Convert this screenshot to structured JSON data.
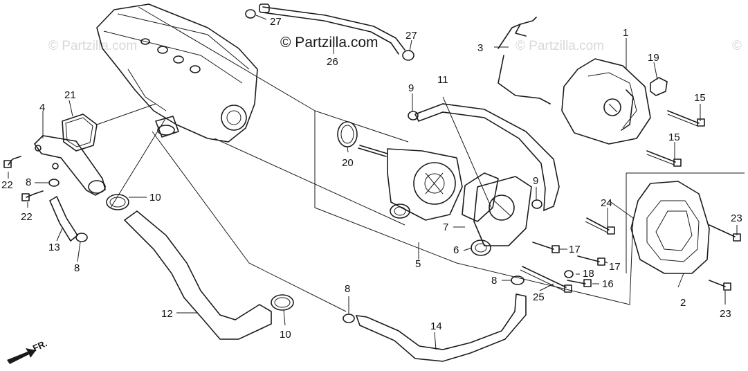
{
  "watermarks": [
    "© Partzilla.com",
    "© Partzilla.com",
    "©"
  ],
  "brand": "© Partzilla.com",
  "orientation_label": "FR.",
  "callouts": {
    "c1": "1",
    "c2": "2",
    "c3": "3",
    "c4": "4",
    "c5": "5",
    "c6": "6",
    "c7": "7",
    "c8a": "8",
    "c8b": "8",
    "c8c": "8",
    "c8d": "8",
    "c9a": "9",
    "c9b": "9",
    "c10a": "10",
    "c10b": "10",
    "c11": "11",
    "c12": "12",
    "c13": "13",
    "c14": "14",
    "c15a": "15",
    "c15b": "15",
    "c16": "16",
    "c17a": "17",
    "c17b": "17",
    "c18": "18",
    "c19": "19",
    "c20": "20",
    "c21": "21",
    "c22a": "22",
    "c22b": "22",
    "c23a": "23",
    "c23b": "23",
    "c24": "24",
    "c25": "25",
    "c26": "26",
    "c27a": "27",
    "c27b": "27"
  }
}
